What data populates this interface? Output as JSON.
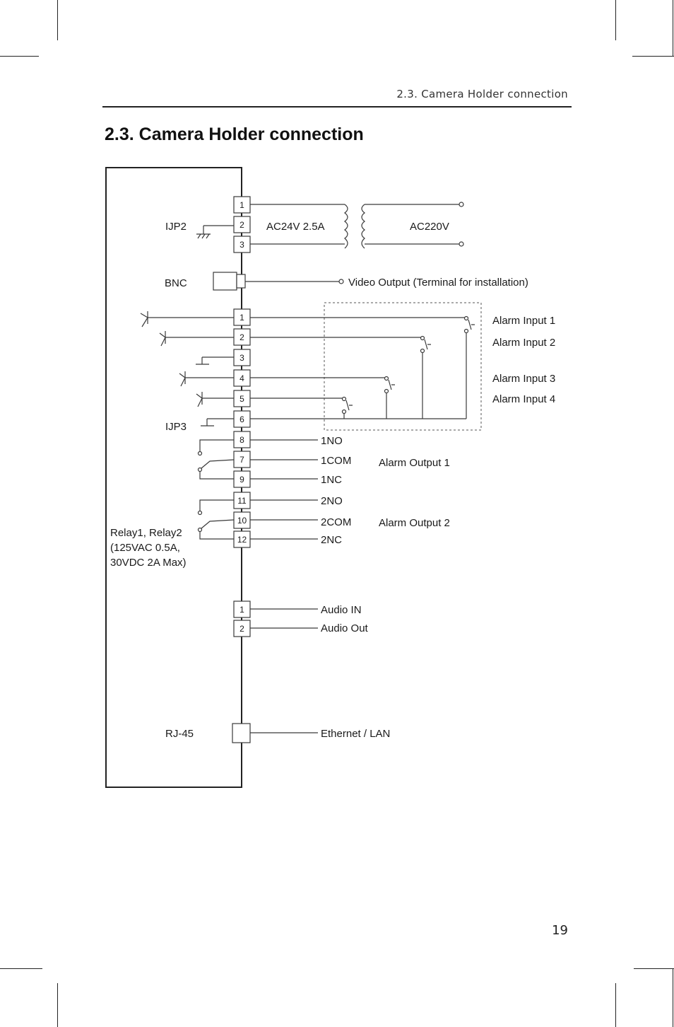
{
  "header": {
    "running_title": "2.3. Camera Holder connection",
    "section_title": "2.3. Camera Holder connection",
    "page_number": "19"
  },
  "diagram": {
    "ijp2_label": "IJP2",
    "ijp2_pins": [
      "1",
      "2",
      "3"
    ],
    "ac24v_label": "AC24V 2.5A",
    "ac220v_label": "AC220V",
    "bnc_label": "BNC",
    "video_output_label": "Video Output (Terminal for installation)",
    "ijp3_label": "IJP3",
    "alarm_pins": [
      "1",
      "2",
      "3",
      "4",
      "5",
      "6"
    ],
    "alarm_inputs": [
      "Alarm Input 1",
      "Alarm Input 2",
      "Alarm Input 3",
      "Alarm Input 4"
    ],
    "relay_pins": [
      "8",
      "7",
      "9",
      "11",
      "10",
      "12"
    ],
    "relay_labels": [
      "1NO",
      "1COM",
      "1NC",
      "2NO",
      "2COM",
      "2NC"
    ],
    "alarm_outputs": [
      "Alarm Output 1",
      "Alarm Output 2"
    ],
    "relay_note": [
      "Relay1, Relay2",
      "(125VAC 0.5A,",
      "30VDC 2A Max)"
    ],
    "audio_pins": [
      "1",
      "2"
    ],
    "audio_labels": [
      "Audio IN",
      "Audio Out"
    ],
    "rj45_label": "RJ-45",
    "ethernet_label": "Ethernet / LAN"
  }
}
